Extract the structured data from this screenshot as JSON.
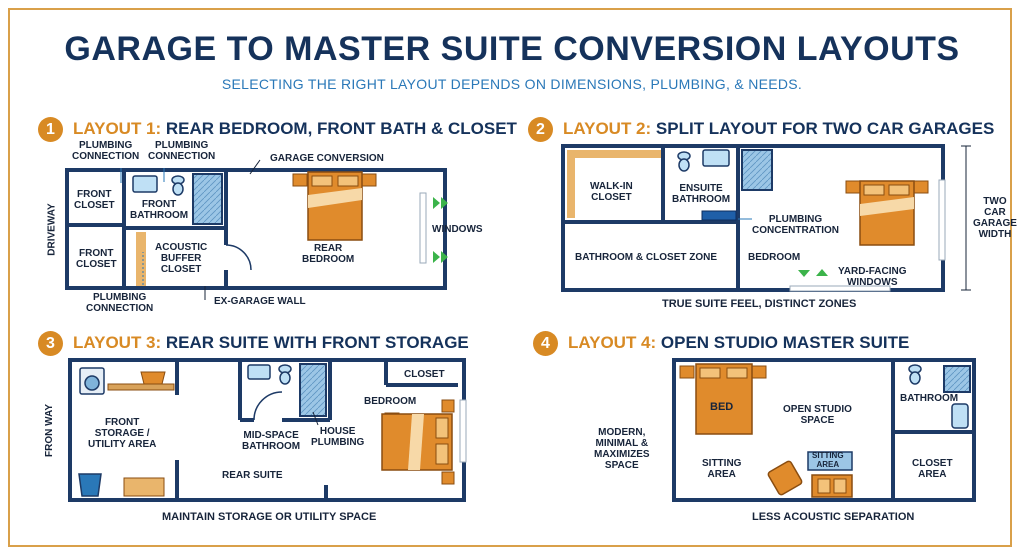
{
  "title": "GARAGE TO MASTER SUITE CONVERSION LAYOUTS",
  "subtitle": "SELECTING THE RIGHT LAYOUT DEPENDS ON DIMENSIONS, PLUMBING, & NEEDS.",
  "colors": {
    "navy": "#15325b",
    "orange": "#d88a24",
    "blue": "#2a78b8",
    "wall": "#1d3a66",
    "tile": "#7fb3da",
    "bedroom": "#e08b2c"
  },
  "layout1": {
    "badge": "1",
    "heading_num": "LAYOUT 1:",
    "heading_text": "REAR BEDROOM, FRONT BATH & CLOSET",
    "labels": {
      "plumbing_connection_1": "PLUMBING\nCONNECTION",
      "plumbing_connection_2": "PLUMBING\nCONNECTION",
      "garage_conversion": "GARAGE CONVERSION",
      "front_closet_top": "FRONT\nCLOSET",
      "front_bathroom": "FRONT\nBATHROOM",
      "front_closet_bottom": "FRONT\nCLOSET",
      "acoustic_buffer": "ACOUSTIC\nBUFFER\nCLOSET",
      "rear_bedroom": "REAR\nBEDROOM",
      "windows": "WINDOWS",
      "driveway": "DRIVEWAY",
      "plumbing_connection_bottom": "PLUMBING\nCONNECTION",
      "ex_garage_wall": "EX-GARAGE WALL"
    }
  },
  "layout2": {
    "badge": "2",
    "heading_num": "LAYOUT 2:",
    "heading_text": "SPLIT LAYOUT FOR TWO CAR GARAGES",
    "labels": {
      "walk_in_closet": "WALK-IN\nCLOSET",
      "ensuite_bathroom": "ENSUITE\nBATHROOM",
      "plumbing_concentration": "PLUMBING\nCONCENTRATION",
      "bathroom_closet_zone": "BATHROOM & CLOSET ZONE",
      "bedroom": "BEDROOM",
      "yard_facing": "YARD-FACING\nWINDOWS",
      "two_car_width": "TWO\nCAR\nGARAGE\nWIDTH"
    },
    "caption": "TRUE SUITE FEEL, DISTINCT ZONES"
  },
  "layout3": {
    "badge": "3",
    "heading_num": "LAYOUT 3:",
    "heading_text": "REAR SUITE WITH FRONT STORAGE",
    "labels": {
      "front_storage": "FRONT\nSTORAGE /\nUTILITY AREA",
      "mid_space_bath": "MID-SPACE\nBATHROOM",
      "house_plumbing": "HOUSE\nPLUMBING",
      "bedroom": "BEDROOM",
      "closet": "CLOSET",
      "rear_suite": "REAR SUITE",
      "fron_way": "FRON WAY"
    },
    "caption": "MAINTAIN STORAGE OR UTILITY SPACE"
  },
  "layout4": {
    "badge": "4",
    "heading_num": "LAYOUT 4:",
    "heading_text": "OPEN STUDIO MASTER SUITE",
    "labels": {
      "bed": "BED",
      "open_studio": "OPEN STUDIO\nSPACE",
      "bathroom": "BATHROOM",
      "modern": "MODERN,\nMINIMAL &\nMAXIMIZES\nSPACE",
      "sitting_area_1": "SITTING\nAREA",
      "sitting_area_2": "SITTING\nAREA",
      "closet_area": "CLOSET\nAREA"
    },
    "caption": "LESS ACOUSTIC SEPARATION"
  }
}
